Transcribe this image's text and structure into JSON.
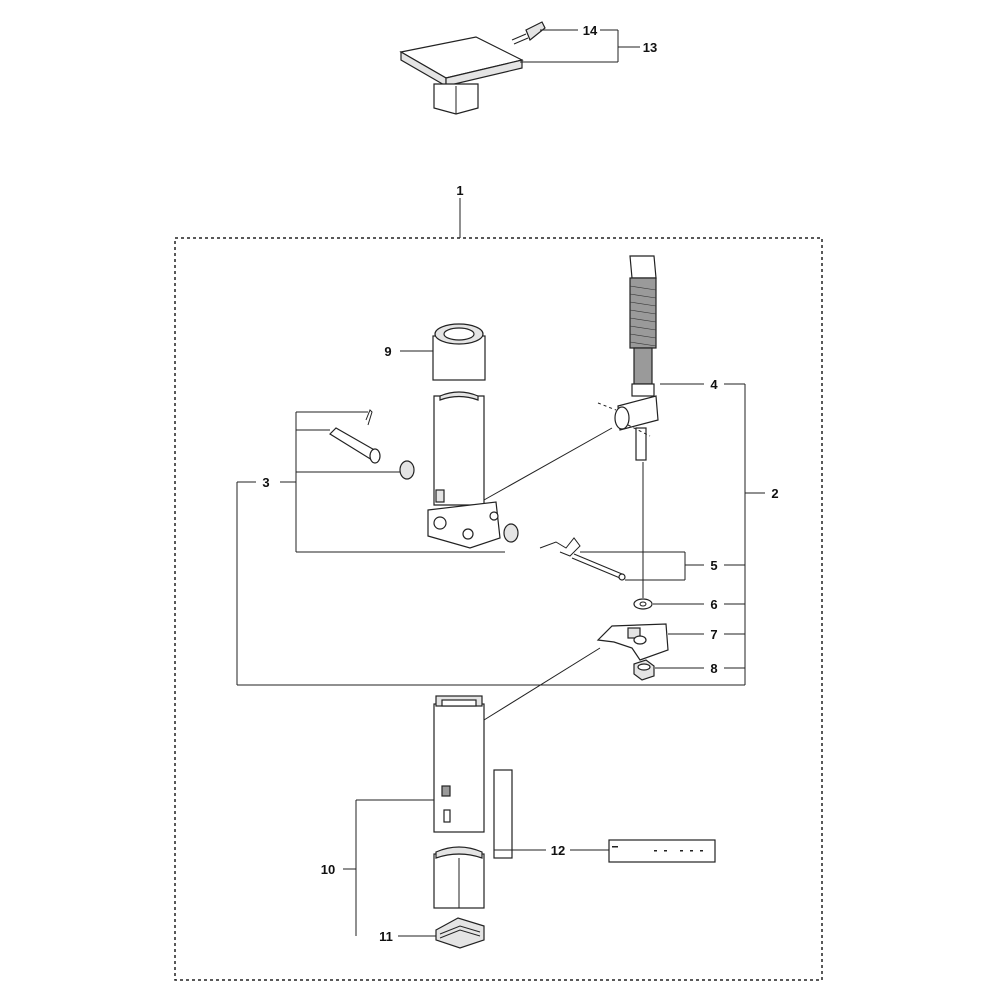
{
  "callouts": {
    "c1": "1",
    "c2": "2",
    "c3": "3",
    "c4": "4",
    "c5": "5",
    "c6": "6",
    "c7": "7",
    "c8": "8",
    "c9": "9",
    "c10": "10",
    "c11": "11",
    "c12": "12",
    "c13": "13",
    "c14": "14"
  },
  "colors": {
    "line": "#222222",
    "shade": "#e4e4e4",
    "dark": "#9a9a9a",
    "background": "#ffffff"
  }
}
